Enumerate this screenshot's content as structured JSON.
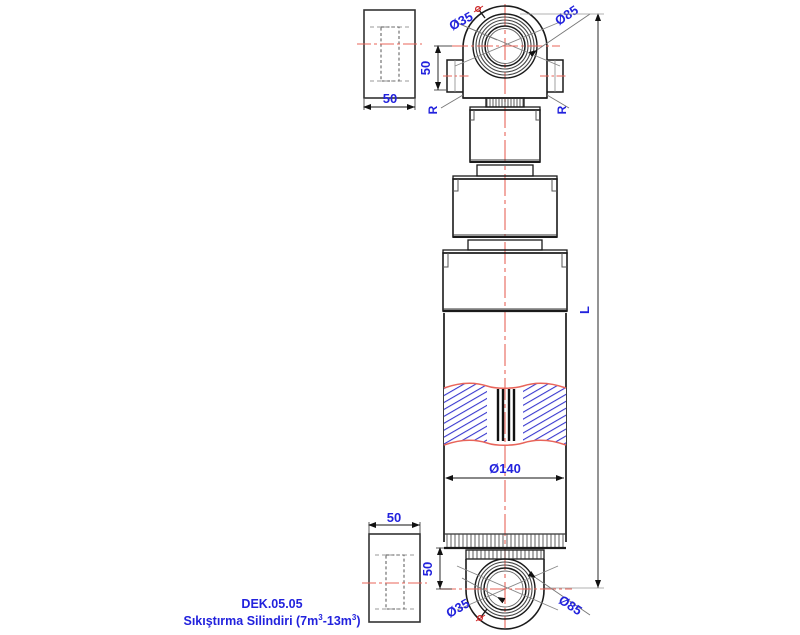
{
  "drawing": {
    "title_code": "DEK.05.05",
    "title_name_prefix": "Sıkıştırma Silindiri (7m",
    "title_name_mid": "-13m",
    "title_name_suffix": ")",
    "superscript": "3",
    "colors": {
      "outline": "#1a1a1a",
      "dimension": "#2222dd",
      "centerline": "#e8645a",
      "hatch": "#3a3ad0",
      "background": "#ffffff"
    }
  },
  "dimensions": {
    "top_bore": "Ø35",
    "top_eye_outer": "Ø85",
    "top_lug_height": "50",
    "top_radius_left": "R",
    "top_radius_right": "R",
    "barrel_diameter": "Ø140",
    "overall_length": "L",
    "bottom_bore": "Ø35",
    "bottom_eye_outer": "Ø85",
    "bottom_lug_height": "50",
    "top_side_view_width": "50",
    "bottom_side_view_width": "50"
  },
  "views": {
    "top_side_view": "side-view-top-mount",
    "bottom_side_view": "side-view-bottom-mount",
    "main_view": "telescopic-cylinder-front-section"
  }
}
